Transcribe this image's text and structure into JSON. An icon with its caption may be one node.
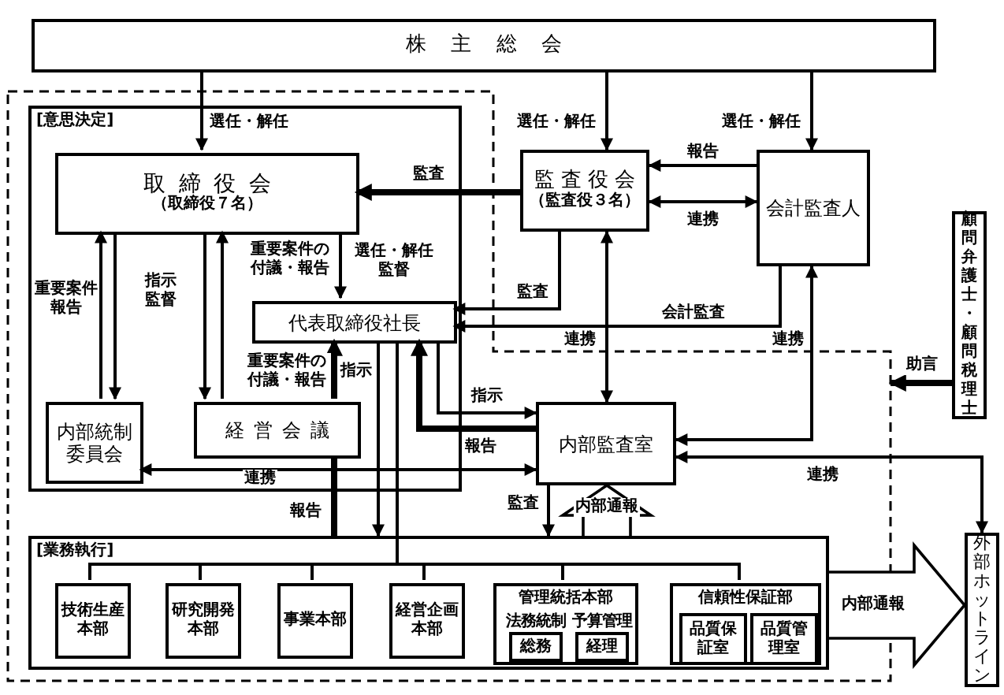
{
  "diagram": {
    "nodes": [
      {
        "text": [
          "株主総会"
        ]
      },
      {
        "text": [],
        "shape": "box"
      },
      {
        "text": [
          "[意思決定]"
        ],
        "in": 1
      },
      {
        "text": [
          "取締役会",
          "（取締役７名）"
        ],
        "in": 2
      },
      {
        "text": [
          "代表取締役社長"
        ],
        "in": 2
      },
      {
        "text": [
          "内部統制委員会"
        ],
        "in": 2
      },
      {
        "text": [
          "経営会議"
        ],
        "in": 2
      },
      {
        "text": [
          "監査役会",
          "（監査役３名）"
        ]
      },
      {
        "text": [
          "会計監査人"
        ]
      },
      {
        "text": [
          "顧問弁護士・顧問税理士"
        ]
      },
      {
        "text": [
          "内部監査室"
        ],
        "in": 1
      },
      {
        "text": [
          "[業務執行]"
        ],
        "in": 1
      },
      {
        "text": [
          "技術生産本部"
        ],
        "in": 11
      },
      {
        "text": [
          "研究開発本部"
        ],
        "in": 11
      },
      {
        "text": [
          "事業本部"
        ],
        "in": 11
      },
      {
        "text": [
          "経営企画本部"
        ],
        "in": 11
      },
      {
        "text": [
          "管理統括本部"
        ],
        "in": 11
      },
      {
        "text": [
          "総務"
        ],
        "in": 16,
        "beside": [
          "法務統制"
        ]
      },
      {
        "text": [
          "経理"
        ],
        "in": 16,
        "beside": [
          "予算管理"
        ]
      },
      {
        "text": [
          "信頼性保証部"
        ],
        "in": 11
      },
      {
        "text": [
          "品質保証室"
        ],
        "in": 19
      },
      {
        "text": [
          "品質管理室"
        ],
        "in": 19
      },
      {
        "text": [
          "外部ホットライン"
        ]
      }
    ],
    "edges": [
      {
        "from": 0,
        "to": 3,
        "arrow": "to",
        "label": "選任・解任"
      },
      {
        "from": 0,
        "to": 7,
        "arrow": "to",
        "label": "選任・解任"
      },
      {
        "from": 0,
        "to": 8,
        "arrow": "to",
        "label": "選任・解任"
      },
      {
        "from": 7,
        "to": 3,
        "arrow": "to",
        "label": "監査",
        "style": "thick"
      },
      {
        "from": 8,
        "to": 7,
        "arrow": "to",
        "label": "報告"
      },
      {
        "from": 7,
        "to": 8,
        "arrow": "both",
        "label": "連携"
      },
      {
        "from": 3,
        "to": 4,
        "arrow": "to",
        "label": "選任・解任監督"
      },
      {
        "from": 7,
        "to": 4,
        "arrow": "to",
        "label": "監査"
      },
      {
        "from": 8,
        "to": 4,
        "arrow": "to",
        "label": "会計監査"
      },
      {
        "from": 5,
        "to": 3,
        "arrow": "to",
        "label": "重要案件報告"
      },
      {
        "from": 3,
        "to": 5,
        "arrow": "to"
      },
      {
        "from": 3,
        "to": 6,
        "arrow": "to",
        "label": "指示監督"
      },
      {
        "from": 6,
        "to": 3,
        "arrow": "to",
        "label": "重要案件の付議・報告"
      },
      {
        "from": 6,
        "to": 4,
        "arrow": "to",
        "label": "重要案件の付議・報告",
        "style": "thick"
      },
      {
        "from": 11,
        "to": 6,
        "arrow": "none",
        "label": "報告",
        "style": "thick"
      },
      {
        "from": 4,
        "to": 11,
        "arrow": "to",
        "label": "指示"
      },
      {
        "from": 4,
        "to": 10,
        "arrow": "to",
        "label": "指示"
      },
      {
        "from": 10,
        "to": 4,
        "arrow": "to",
        "label": "報告",
        "style": "thick"
      },
      {
        "from": 5,
        "to": 10,
        "arrow": "both",
        "label": "連携"
      },
      {
        "from": 7,
        "to": 10,
        "arrow": "both",
        "label": "連携"
      },
      {
        "from": 8,
        "to": 10,
        "arrow": "both",
        "label": "連携"
      },
      {
        "from": 10,
        "to": 22,
        "arrow": "both",
        "label": "連携"
      },
      {
        "from": 9,
        "to": 1,
        "arrow": "to",
        "label": "助言",
        "style": "thick"
      },
      {
        "from": 10,
        "to": 11,
        "arrow": "to",
        "label": "監査"
      },
      {
        "from": 11,
        "to": 10,
        "arrow": "to",
        "label": "内部通報",
        "style": "thick"
      },
      {
        "from": 11,
        "to": 22,
        "arrow": "to",
        "label": "内部通報",
        "style": "thick"
      },
      {
        "from": 4,
        "to": 12,
        "arrow": "none"
      },
      {
        "from": 4,
        "to": 13,
        "arrow": "none"
      },
      {
        "from": 4,
        "to": 14,
        "arrow": "none"
      },
      {
        "from": 4,
        "to": 15,
        "arrow": "none"
      },
      {
        "from": 4,
        "to": 16,
        "arrow": "none"
      },
      {
        "from": 4,
        "to": 19,
        "arrow": "none"
      }
    ]
  }
}
